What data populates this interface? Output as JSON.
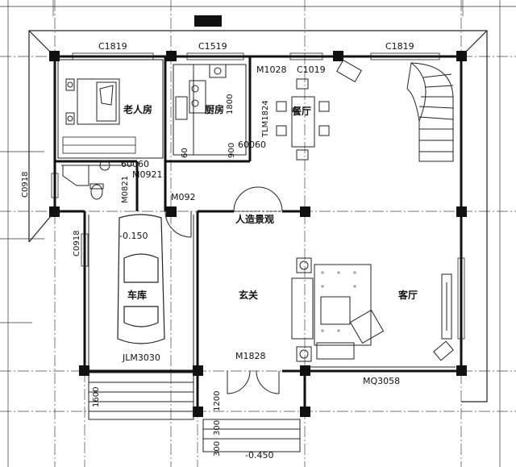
{
  "labels": {
    "window_top_left": "C1819",
    "window_top_mid": "C1519",
    "window_top_right": "C1819",
    "door_m1028": "M1028",
    "window_c1019": "C1019",
    "opening_tlm1824": "TLM1824",
    "dim_1800": "1800",
    "dim_900": "900",
    "dim_60": "60",
    "opening_60060_a": "60060",
    "opening_60060_b": "60060",
    "door_m0921": "M0921",
    "door_m0821": "M0821",
    "window_c0918_upper": "C0918",
    "window_c0918_lower": "C0918",
    "door_m092": "M092",
    "elev_garage": "-0.150",
    "door_jlm3030": "JLM3030",
    "door_m1828": "M1828",
    "door_mq3058": "MQ3058",
    "dim_1600": "1600",
    "dim_1200": "1200",
    "dim_300_a": "300",
    "dim_300_b": "300",
    "elev_entry": "-0.450"
  },
  "rooms": {
    "elderly_room": "老人房",
    "kitchen": "厨房",
    "dining": "餐厅",
    "landscape": "人造景观",
    "garage": "车库",
    "foyer": "玄关",
    "living": "客厅"
  },
  "colors": {
    "wall": "#111111",
    "line": "#222222",
    "grid": "#333333"
  }
}
